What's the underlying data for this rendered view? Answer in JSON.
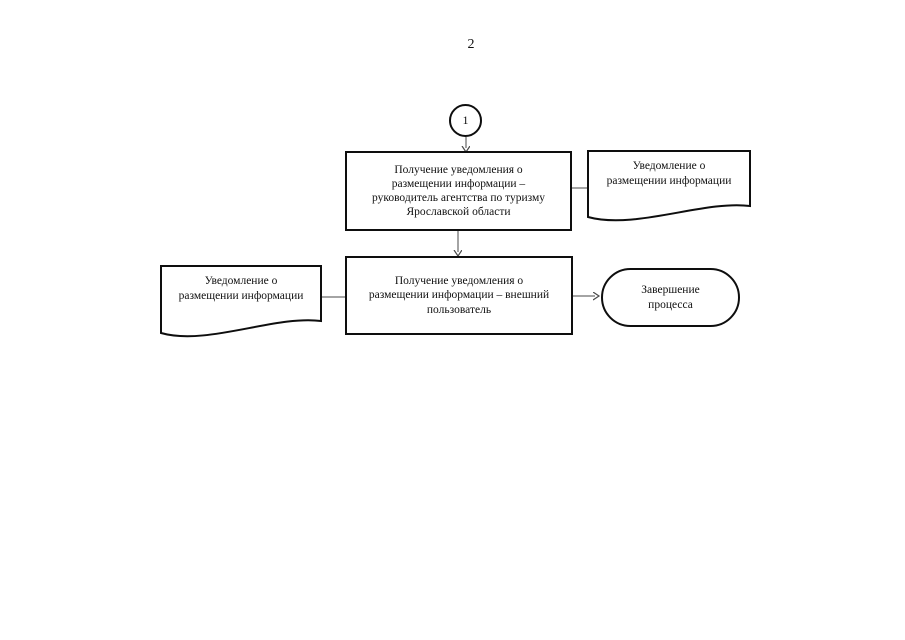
{
  "page": {
    "number": "2"
  },
  "colors": {
    "background": "#ffffff",
    "shape_border": "#0e0e0e",
    "connector": "#4a4a4a",
    "text": "#101010"
  },
  "flow": {
    "connector_circle": {
      "label": "1"
    },
    "box1": {
      "lines": [
        "Получение уведомления о",
        "размещении информации –",
        "руководитель агентства по туризму",
        "Ярославской области"
      ]
    },
    "doc_right": {
      "lines": [
        "Уведомление о",
        "размещении информации"
      ]
    },
    "box2": {
      "lines": [
        "Получение уведомления о",
        "размещении информации – внешний",
        "пользователь"
      ]
    },
    "doc_left": {
      "lines": [
        "Уведомление о",
        "размещении информации"
      ]
    },
    "terminator": {
      "lines": [
        "Завершение",
        "процесса"
      ]
    }
  }
}
